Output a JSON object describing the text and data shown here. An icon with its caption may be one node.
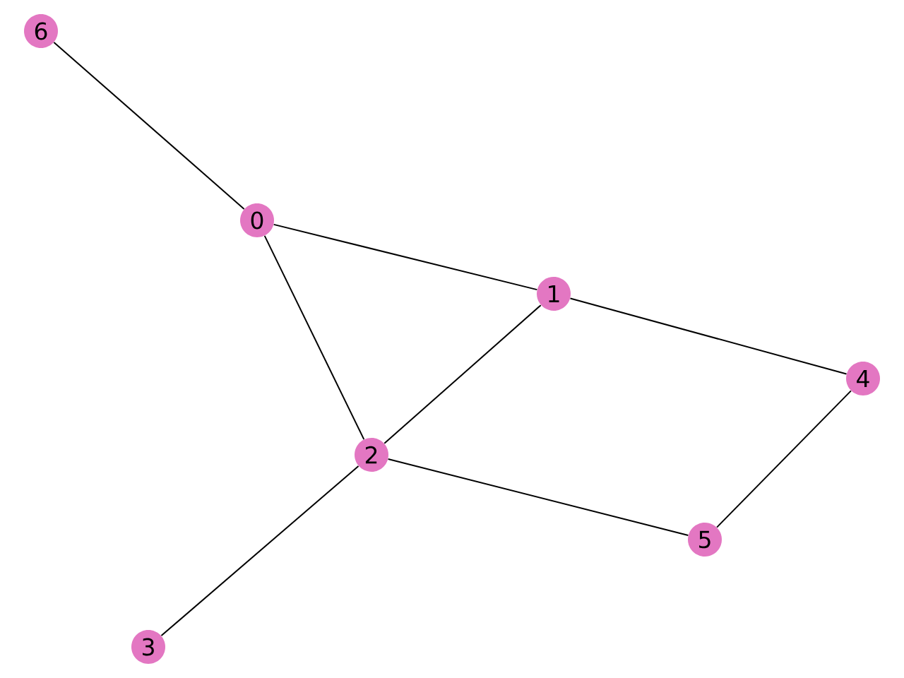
{
  "diagram": {
    "nodes": [
      {
        "text": [
          "6"
        ]
      },
      {
        "text": [
          "0"
        ]
      },
      {
        "text": [
          "1"
        ]
      },
      {
        "text": [
          "4"
        ]
      },
      {
        "text": [
          "2"
        ]
      },
      {
        "text": [
          "5"
        ]
      },
      {
        "text": [
          "3"
        ]
      }
    ],
    "edges": [
      {
        "from": 0,
        "to": 1,
        "arrow": "none"
      },
      {
        "from": 1,
        "to": 2,
        "arrow": "none"
      },
      {
        "from": 1,
        "to": 4,
        "arrow": "none"
      },
      {
        "from": 2,
        "to": 4,
        "arrow": "none"
      },
      {
        "from": 2,
        "to": 3,
        "arrow": "none"
      },
      {
        "from": 4,
        "to": 5,
        "arrow": "none"
      },
      {
        "from": 3,
        "to": 5,
        "arrow": "none"
      },
      {
        "from": 4,
        "to": 6,
        "arrow": "none"
      }
    ]
  }
}
